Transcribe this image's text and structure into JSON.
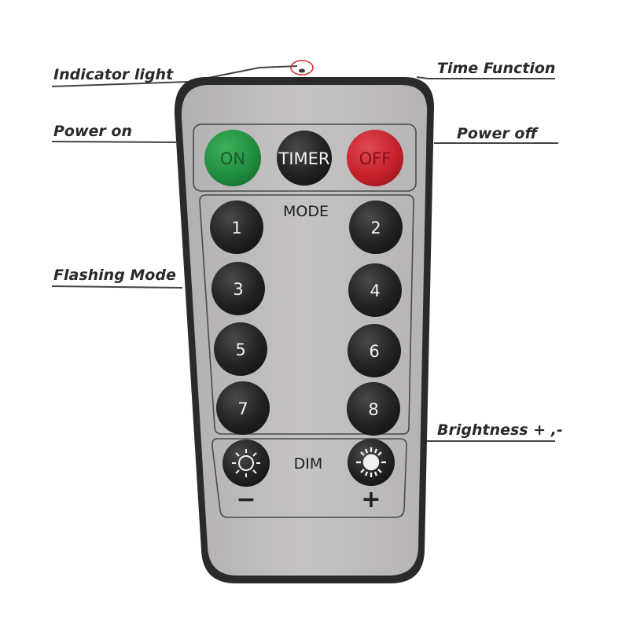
{
  "annotations": {
    "indicator_light": "Indicator light",
    "time_function": "Time Function",
    "power_on": "Power on",
    "power_off": "Power off",
    "flashing_mode": "Flashing Mode",
    "brightness": "Brightness + ,-"
  },
  "remote": {
    "power_buttons": {
      "on": "ON",
      "timer": "TIMER",
      "off": "OFF"
    },
    "mode_label": "MODE",
    "mode_buttons": [
      "1",
      "2",
      "3",
      "4",
      "5",
      "6",
      "7",
      "8"
    ],
    "dim_label": "DIM",
    "dim_minus": "−",
    "dim_plus": "+"
  },
  "colors": {
    "on_button": "#1f8c3c",
    "off_button": "#c4202a",
    "dark_button": "#262626",
    "remote_face": "#bdbabb",
    "remote_border": "#2a2a2a"
  },
  "icons": {
    "brightness_down": "sun-outline-icon",
    "brightness_up": "sun-filled-icon",
    "indicator": "indicator-light-icon"
  }
}
